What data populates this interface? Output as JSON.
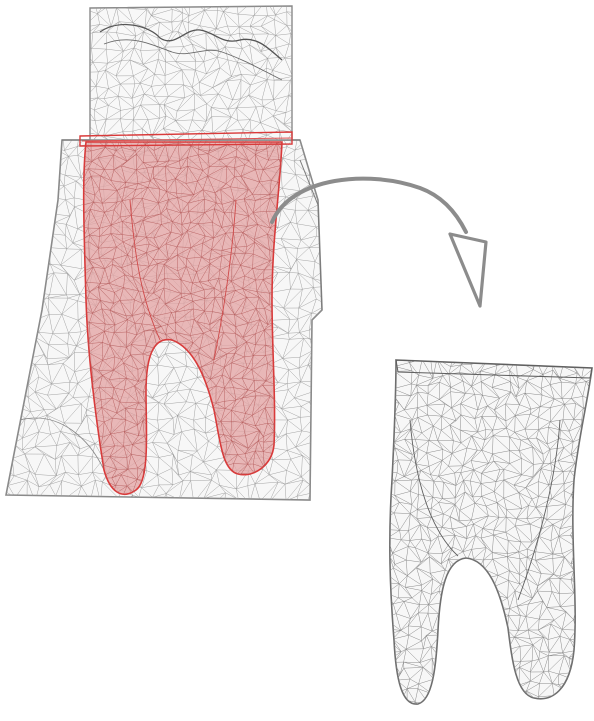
{
  "figure": {
    "background": "#ffffff",
    "mesh_color": "#8a8a8a",
    "mesh_dark_color": "#5e5e5e",
    "root_highlight_color": "#d93a3a",
    "root_fill_color": "#e4a5a5",
    "arrow_color": "#8c8c8c"
  },
  "parts": {
    "crown": {
      "name": "crown-mesh",
      "view": "wireframe"
    },
    "bone_block": {
      "name": "bone-block-mesh",
      "view": "wireframe"
    },
    "root_in_situ": {
      "name": "root-mesh-highlighted",
      "view": "wireframe-highlighted"
    },
    "root_extracted": {
      "name": "root-mesh-extracted",
      "view": "wireframe"
    },
    "arrow": {
      "name": "curved-arrow",
      "direction": "from-highlighted-root-to-extracted-root"
    }
  }
}
